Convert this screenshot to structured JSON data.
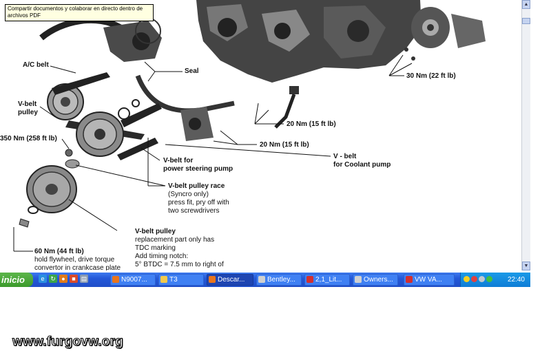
{
  "tooltip": {
    "line1": "Compartir documentos y colaborar en directo dentro de",
    "line2": "archivos PDF"
  },
  "diagram": {
    "ac_belt": "A/C belt",
    "vbelt_pulley_1": "V-belt",
    "vbelt_pulley_2": "pulley",
    "torque_350": "350 Nm (258 ft lb)",
    "seal": "Seal",
    "torque_30": "30 Nm (22 ft lb)",
    "torque_20a": "20 Nm (15 ft lb)",
    "torque_20b": "20 Nm (15 ft lb)",
    "vbelt_coolant_1": "V - belt",
    "vbelt_coolant_2": "for Coolant pump",
    "vbelt_ps_1": "V-belt for",
    "vbelt_ps_2": "power steering pump",
    "race_title": "V-belt pulley race",
    "race_1": "(Syncro only)",
    "race_2": "press fit, pry off with",
    "race_3": "two screwdrivers",
    "pulley_title": "V-belt pulley",
    "pulley_1": "replacement part only has",
    "pulley_2": "TDC marking",
    "pulley_3": "Add timing notch:",
    "pulley_4": "5° BTDC = 7.5 mm to right of",
    "torque_60": "60 Nm (44 ft lb)",
    "flywheel_1": "hold flywheel, drive torque",
    "flywheel_2": "convertor in crankcase plate"
  },
  "taskbar": {
    "start_label": "inicio",
    "tasks": [
      {
        "label": "N9007...",
        "color": "#e8741c"
      },
      {
        "label": "T3",
        "color": "#f2c94c"
      },
      {
        "label": "Descar...",
        "color": "#e8741c"
      },
      {
        "label": "Bentley...",
        "color": "#d0d0d0"
      },
      {
        "label": "2,1_Lit...",
        "color": "#d32f2f"
      },
      {
        "label": "Owners...",
        "color": "#d0d0d0"
      },
      {
        "label": "VW VA...",
        "color": "#d32f2f"
      }
    ],
    "clock": "22:40"
  },
  "footer": {
    "site": "www.furgovw.org"
  }
}
